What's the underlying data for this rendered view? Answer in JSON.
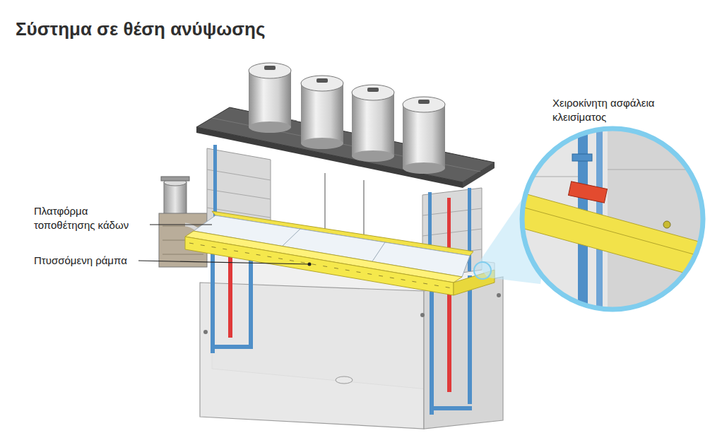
{
  "diagram": {
    "title": "Σύστημα σε θέση ανύψωσης",
    "labels": [
      "Πλατφόρμα τοποθέτησης κάδων",
      "Πτυσσόμενη ράμπα",
      "Χειροκίνητη ασφάλεια κλεισίματος"
    ]
  }
}
